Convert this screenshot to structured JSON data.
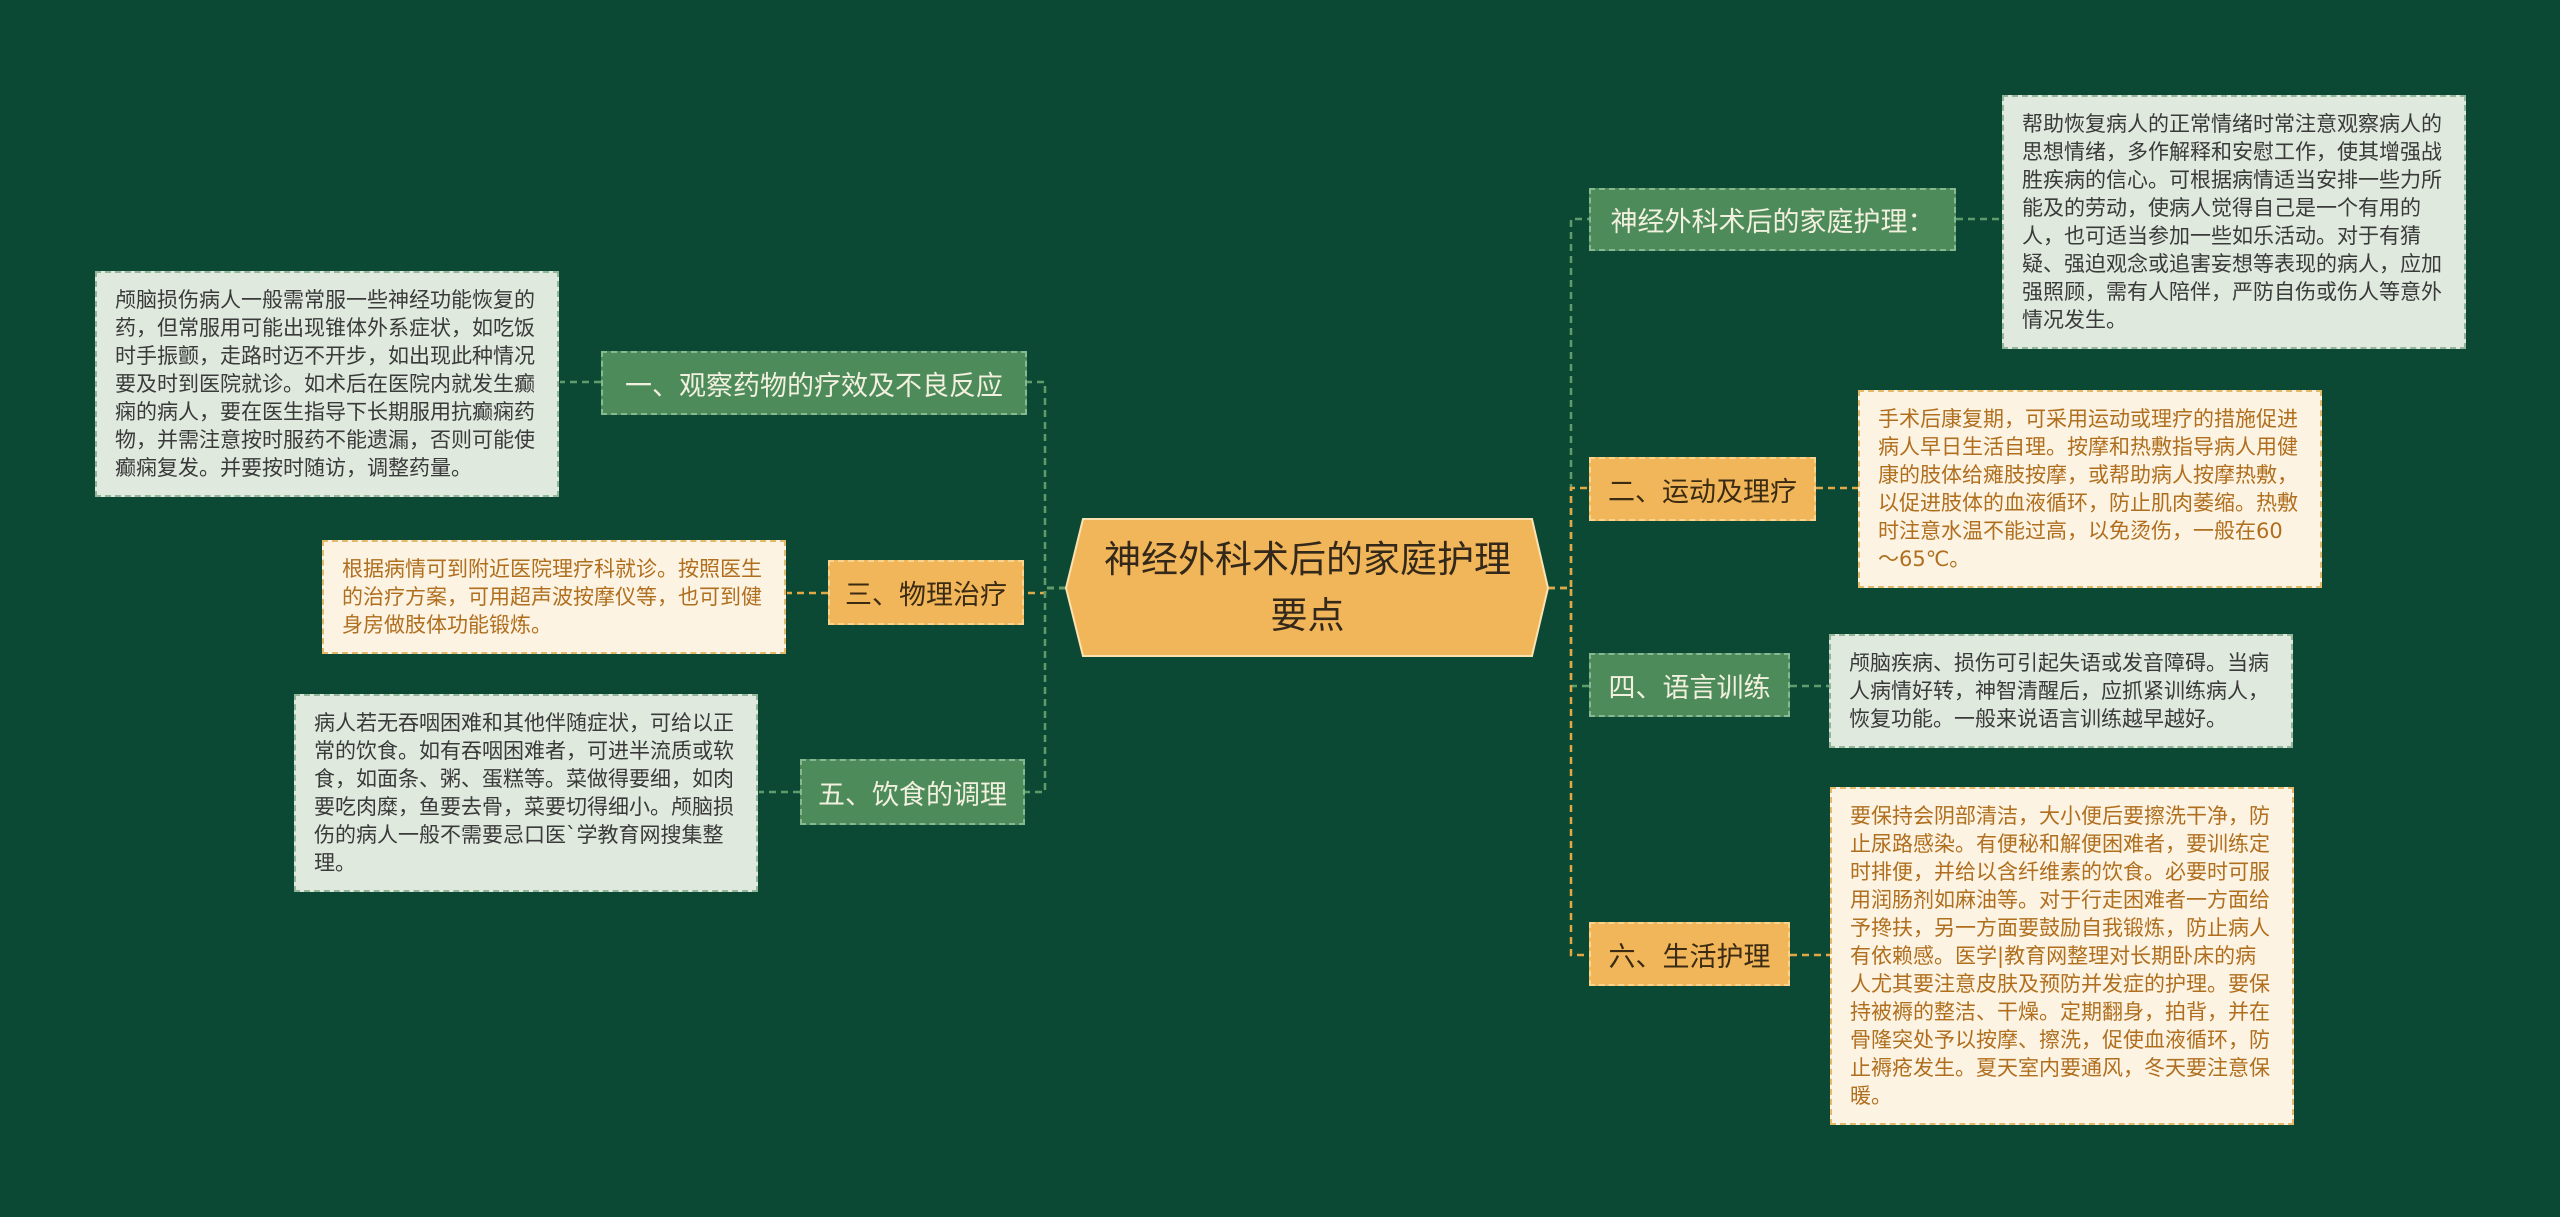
{
  "center": {
    "line1": "神经外科术后的家庭护理",
    "line2": "要点"
  },
  "left": [
    {
      "label": "一、观察药物的疗效及不良反应",
      "detail": "颅脑损伤病人一般需常服一些神经功能恢复的药，但常服用可能出现锥体外系症状，如吃饭时手振颤，走路时迈不开步，如出现此种情况要及时到医院就诊。如术后在医院内就发生癫痫的病人，要在医生指导下长期服用抗癫痫药物，并需注意按时服药不能遗漏，否则可能使癫痫复发。并要按时随访，调整药量。"
    },
    {
      "label": "三、物理治疗",
      "detail": "根据病情可到附近医院理疗科就诊。按照医生的治疗方案，可用超声波按摩仪等，也可到健身房做肢体功能锻炼。"
    },
    {
      "label": "五、饮食的调理",
      "detail": "病人若无吞咽困难和其他伴随症状，可给以正常的饮食。如有吞咽困难者，可进半流质或软食，如面条、粥、蛋糕等。菜做得要细，如肉要吃肉糜，鱼要去骨，菜要切得细小。颅脑损伤的病人一般不需要忌口医`学教育网搜集整理。"
    }
  ],
  "right": [
    {
      "label": "神经外科术后的家庭护理：",
      "detail": "帮助恢复病人的正常情绪时常注意观察病人的思想情绪，多作解释和安慰工作，使其增强战胜疾病的信心。可根据病情适当安排一些力所能及的劳动，使病人觉得自己是一个有用的人，也可适当参加一些如乐活动。对于有猜疑、强迫观念或追害妄想等表现的病人，应加强照顾，需有人陪伴，严防自伤或伤人等意外情况发生。"
    },
    {
      "label": "二、运动及理疗",
      "detail": "手术后康复期，可采用运动或理疗的措施促进病人早日生活自理。按摩和热敷指导病人用健康的肢体给瘫肢按摩，或帮助病人按摩热敷，以促进肢体的血液循环，防止肌肉萎缩。热敷时注意水温不能过高，以免烫伤，一般在60～65℃。"
    },
    {
      "label": "四、语言训练",
      "detail": "颅脑疾病、损伤可引起失语或发音障碍。当病人病情好转，神智清醒后，应抓紧训练病人，恢复功能。一般来说语言训练越早越好。"
    },
    {
      "label": "六、生活护理",
      "detail": "要保持会阴部清洁，大小便后要擦洗干净，防止尿路感染。有便秘和解便困难者，要训练定时排便，并给以含纤维素的饮食。必要时可服用润肠剂如麻油等。对于行走困难者一方面给予搀扶，另一方面要鼓励自我锻炼，防止病人有依赖感。医学|教育网整理对长期卧床的病人尤其要注意皮肤及预防并发症的护理。要保持被褥的整洁、干燥。定期翻身，拍背，并在骨隆突处予以按摩、擦洗，促使血液循环，防止褥疮发生。夏天室内要通风，冬天要注意保暖。"
    }
  ],
  "colors": {
    "background": "#0b4934",
    "green_node": "#4e8b5b",
    "green_border": "#86b992",
    "green_line": "#5f9c6c",
    "orange_node": "#f1b55a",
    "orange_border": "#f8d48f",
    "orange_line": "#e3a846",
    "center_fill": "#f2b65a",
    "center_stroke": "#fbe2b0",
    "green_leaf_bg": "#dfe9de",
    "green_leaf_text": "#3a3a3a",
    "green_leaf_border": "#93b59a",
    "orange_leaf_bg": "#fdf3e2",
    "orange_leaf_text": "#b06f1f",
    "orange_leaf_border": "#e6b86a"
  }
}
